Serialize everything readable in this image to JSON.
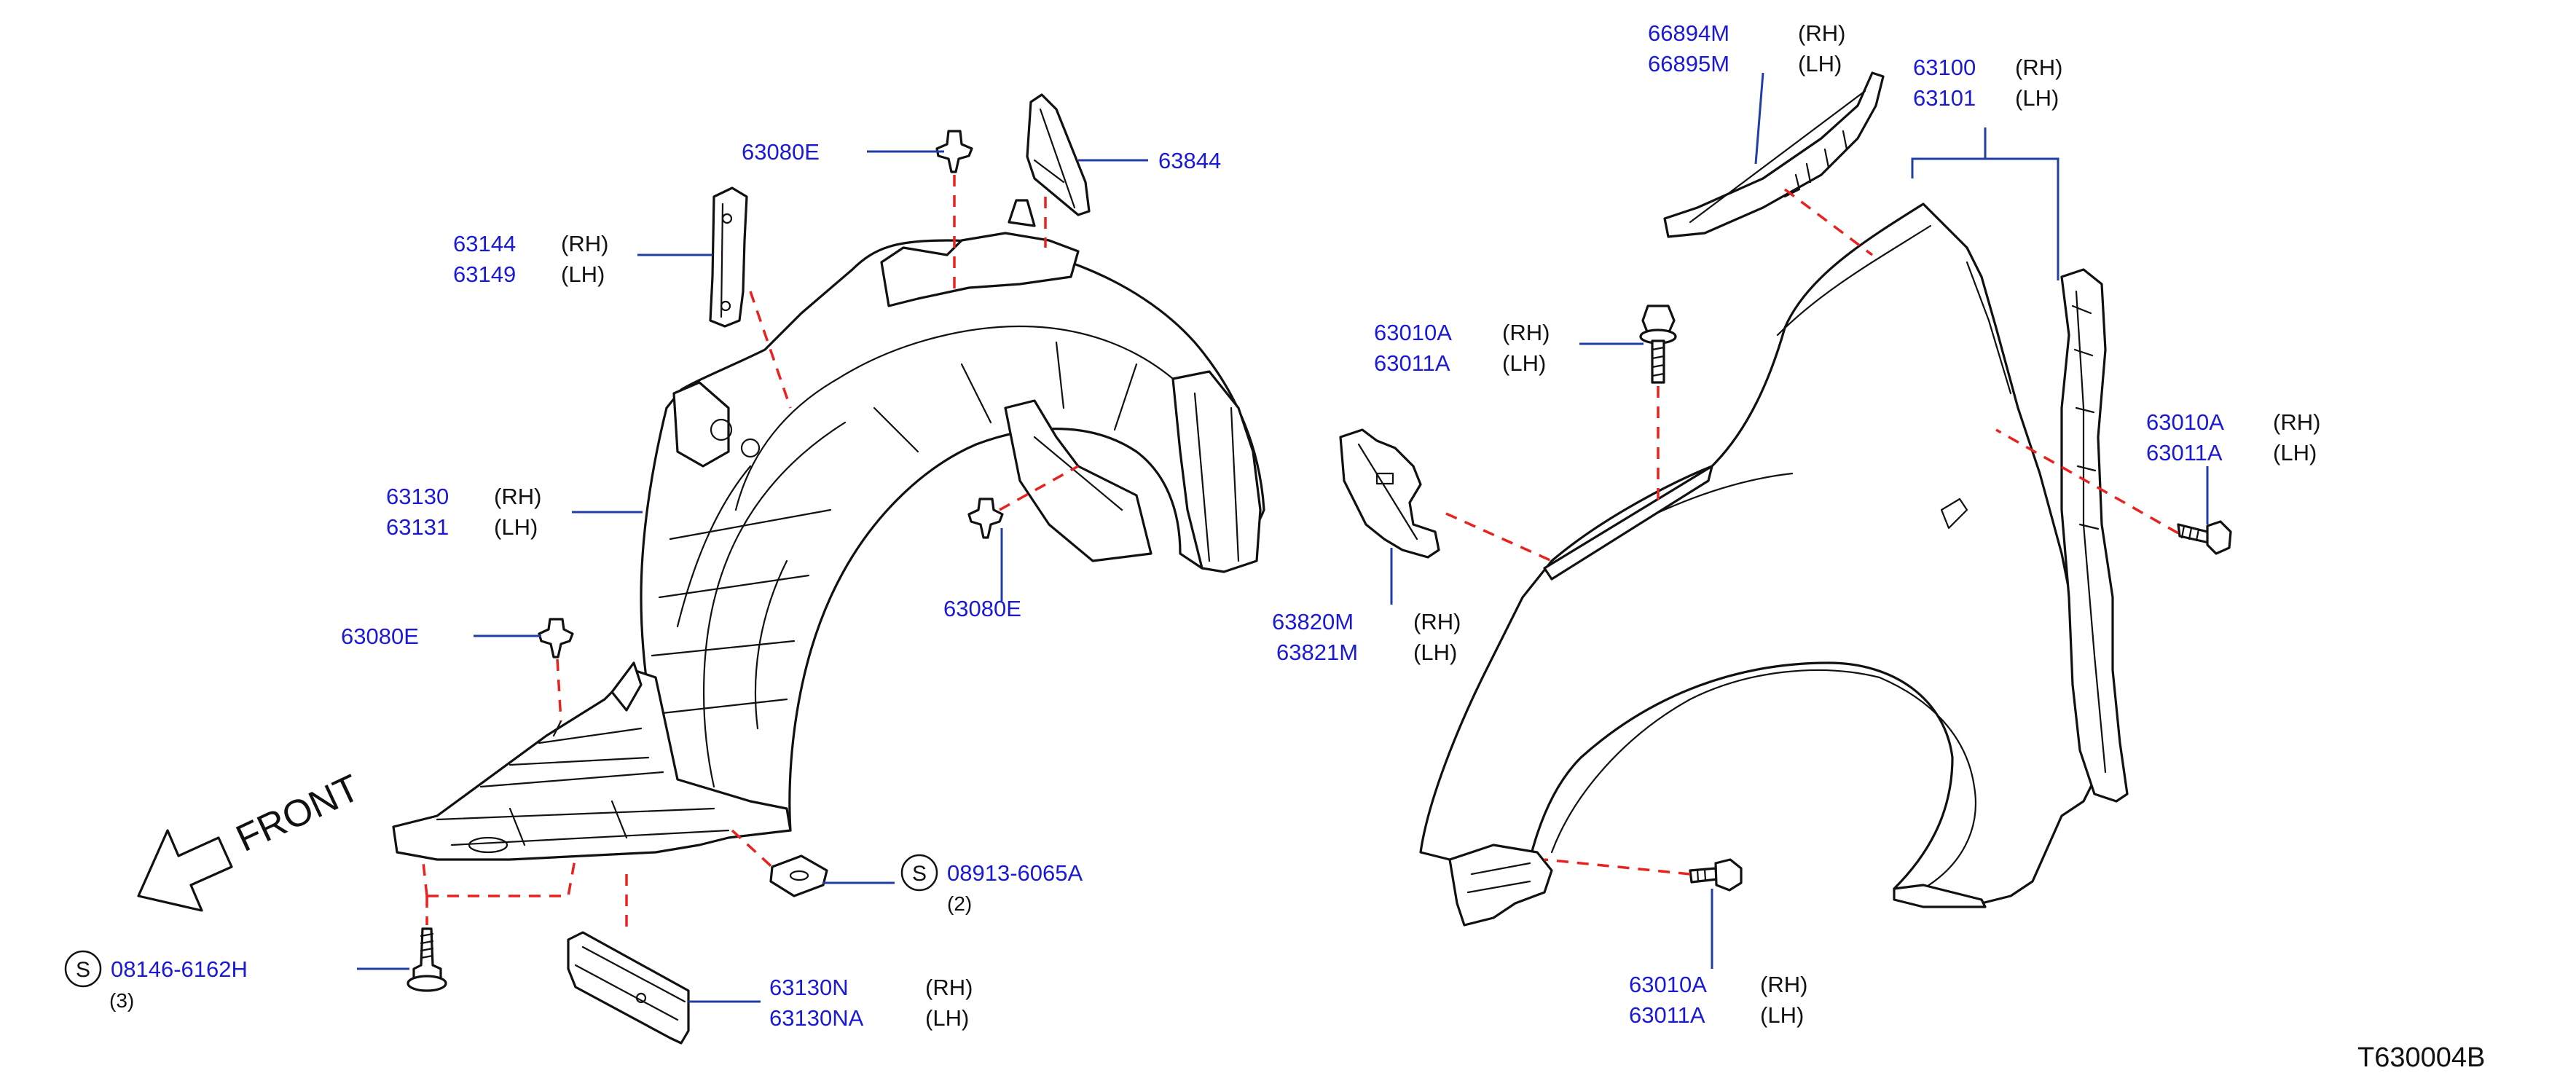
{
  "diagram_code": "T630004B",
  "direction_label": "FRONT",
  "callouts": {
    "c1": {
      "part": "63080E"
    },
    "c2": {
      "part": "63844"
    },
    "c3": {
      "part1": "63144",
      "side1": "(RH)",
      "part2": "63149",
      "side2": "(LH)"
    },
    "c4": {
      "part1": "63130",
      "side1": "(RH)",
      "part2": "63131",
      "side2": "(LH)"
    },
    "c5": {
      "part": "63080E"
    },
    "c6": {
      "part": "63080E"
    },
    "c7": {
      "symbol": "S",
      "part": "08913-6065A",
      "qty": "(2)"
    },
    "c8": {
      "symbol": "S",
      "part": "08146-6162H",
      "qty": "(3)"
    },
    "c9": {
      "part1": "63130N",
      "side1": "(RH)",
      "part2": "63130NA",
      "side2": "(LH)"
    },
    "c10": {
      "part1": "66894M",
      "side1": "(RH)",
      "part2": "66895M",
      "side2": "(LH)"
    },
    "c11": {
      "part1": "63100",
      "side1": "(RH)",
      "part2": "63101",
      "side2": "(LH)"
    },
    "c12": {
      "part1": "63010A",
      "side1": "(RH)",
      "part2": "63011A",
      "side2": "(LH)"
    },
    "c13": {
      "part1": "63010A",
      "side1": "(RH)",
      "part2": "63011A",
      "side2": "(LH)"
    },
    "c14": {
      "part1": "63820M",
      "side1": "(RH)",
      "part2": "63821M",
      "side2": "(LH)"
    },
    "c15": {
      "part1": "63010A",
      "side1": "(RH)",
      "part2": "63011A",
      "side2": "(LH)"
    }
  }
}
